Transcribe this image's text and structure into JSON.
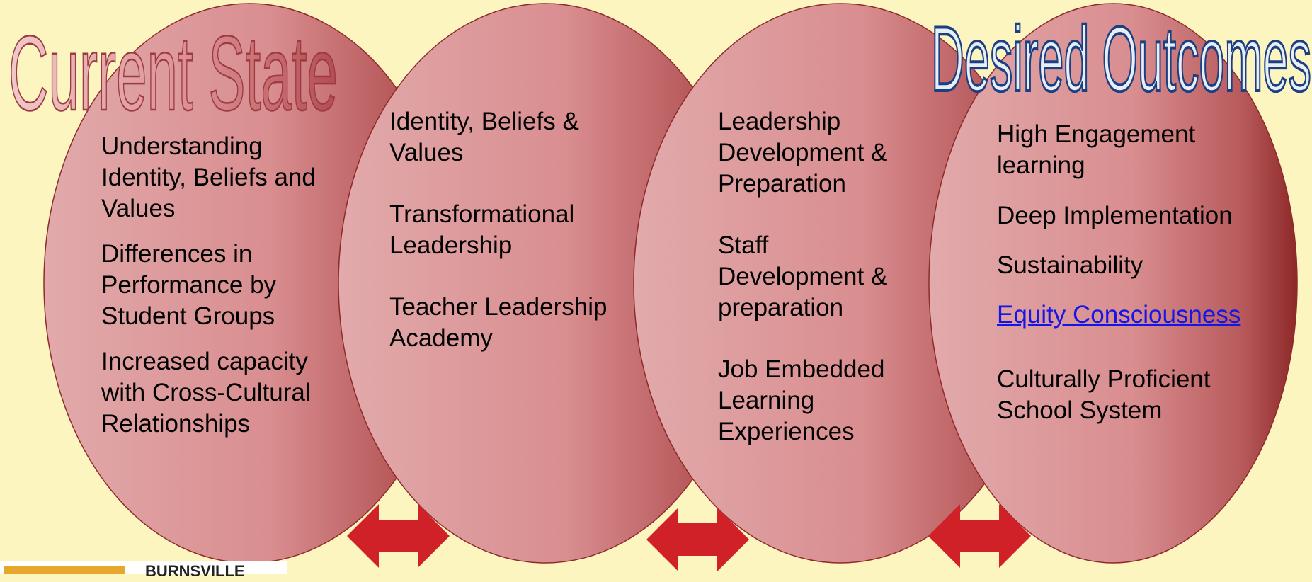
{
  "title_left": "Current State",
  "title_right": "Desired Outcomes",
  "columns": [
    {
      "items": [
        "Understanding\nIdentity, Beliefs and\nValues",
        "Differences in\nPerformance by\nStudent Groups",
        "Increased capacity\nwith Cross-Cultural\nRelationships"
      ]
    },
    {
      "items": [
        "Identity, Beliefs &\nValues",
        "Transformational\nLeadership",
        "Teacher Leadership\nAcademy"
      ]
    },
    {
      "items": [
        "Leadership\nDevelopment &\nPreparation",
        "Staff\nDevelopment &\npreparation",
        "Job Embedded\nLearning\nExperiences"
      ]
    },
    {
      "items": [
        "High Engagement\nlearning",
        "Deep Implementation",
        "Sustainability",
        "Equity Consciousness",
        "Culturally Proficient\nSchool System"
      ]
    }
  ],
  "logo_text": "BURNSVILLE",
  "colors": {
    "background": "#fdf5c0",
    "ellipse_light": "#e2aaab",
    "ellipse_dark": "#8e2828",
    "ellipse_stroke": "#8e2a2a",
    "arrow": "#d02028",
    "title_left_fill": "#d98a8e",
    "title_right_fill": "#e8eef6",
    "title_right_stroke": "#1c3f82",
    "link": "#1515e6"
  }
}
